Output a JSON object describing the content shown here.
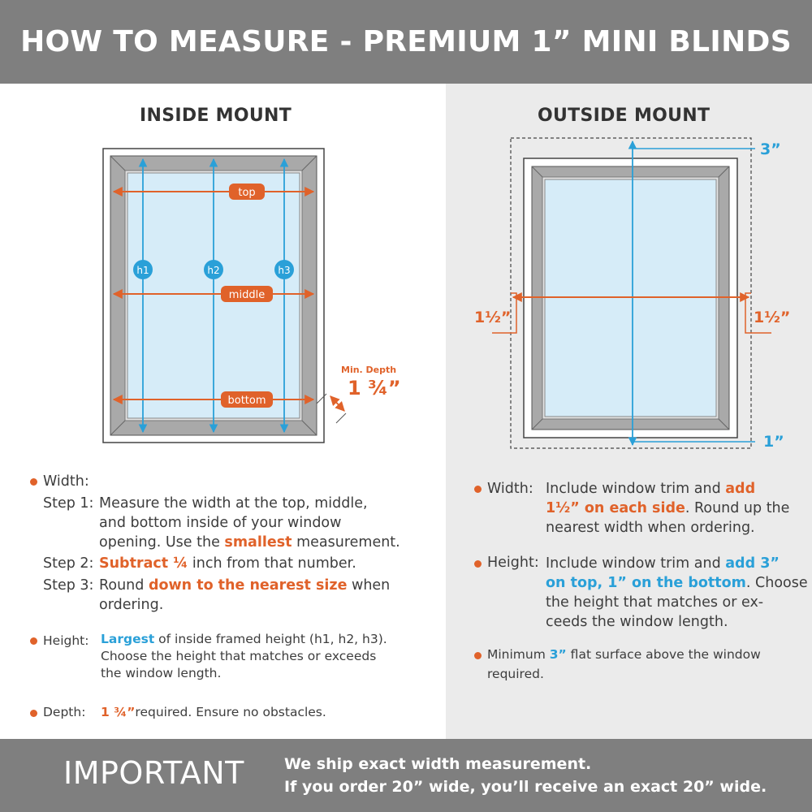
{
  "header": {
    "title": "HOW TO MEASURE - PREMIUM 1” MINI BLINDS"
  },
  "inside": {
    "title": "INSIDE MOUNT",
    "labels": {
      "top": "top",
      "middle": "middle",
      "bottom": "bottom",
      "h1": "h1",
      "h2": "h2",
      "h3": "h3"
    },
    "depth_caption": "Min. Depth",
    "depth_value": "1 ¾”",
    "width_heading": "Width:",
    "step1_label": "Step 1:",
    "step1_a": "Measure the width at the top, middle,",
    "step1_b": "and bottom inside of your window",
    "step1_c_pre": "opening. Use the ",
    "step1_c_hl": "smallest",
    "step1_c_post": " measurement.",
    "step2_label": "Step 2:",
    "step2_hl": "Subtract ¼",
    "step2_post": " inch from that number.",
    "step3_label": "Step 3:",
    "step3_pre": "Round ",
    "step3_hl": "down to the nearest size",
    "step3_post": " when",
    "step3_b": "ordering.",
    "height_label": "Height:",
    "height_hl": "Largest",
    "height_a": " of inside framed height (h1, h2, h3).",
    "height_b": "Choose the height that matches or exceeds",
    "height_c": "the window length.",
    "depth_label": "Depth:",
    "depth_hl": "1 ¾”",
    "depth_post": "required. Ensure no obstacles."
  },
  "outside": {
    "title": "OUTSIDE MOUNT",
    "dim_top": "3”",
    "dim_bottom": "1”",
    "dim_left": "1½”",
    "dim_right": "1½”",
    "width_label": "Width:",
    "width_a_pre": "Include window trim and ",
    "width_a_hl": "add",
    "width_b_hl": "1½” on each side",
    "width_b_post": ". Round up the",
    "width_c": "nearest width when ordering.",
    "height_label": "Height:",
    "height_a_pre": "Include window trim and ",
    "height_a_hl": "add 3”",
    "height_b_hl": "on top, 1” on the bottom",
    "height_b_post": ". Choose",
    "height_c": "the height that matches or ex-",
    "height_d": "ceeds the window length.",
    "min_pre": "Minimum ",
    "min_hl": "3”",
    "min_post": " flat surface above the window",
    "min_b": "required."
  },
  "footer": {
    "important": "IMPORTANT",
    "note_1": "We ship exact width measurement.",
    "note_2": "If you order 20” wide, you’ll receive an exact 20” wide."
  },
  "colors": {
    "accent_orange": "#e0622a",
    "accent_blue": "#2aa0d8",
    "banner_gray": "#7f7f7f",
    "glass": "#d6ecf8"
  }
}
